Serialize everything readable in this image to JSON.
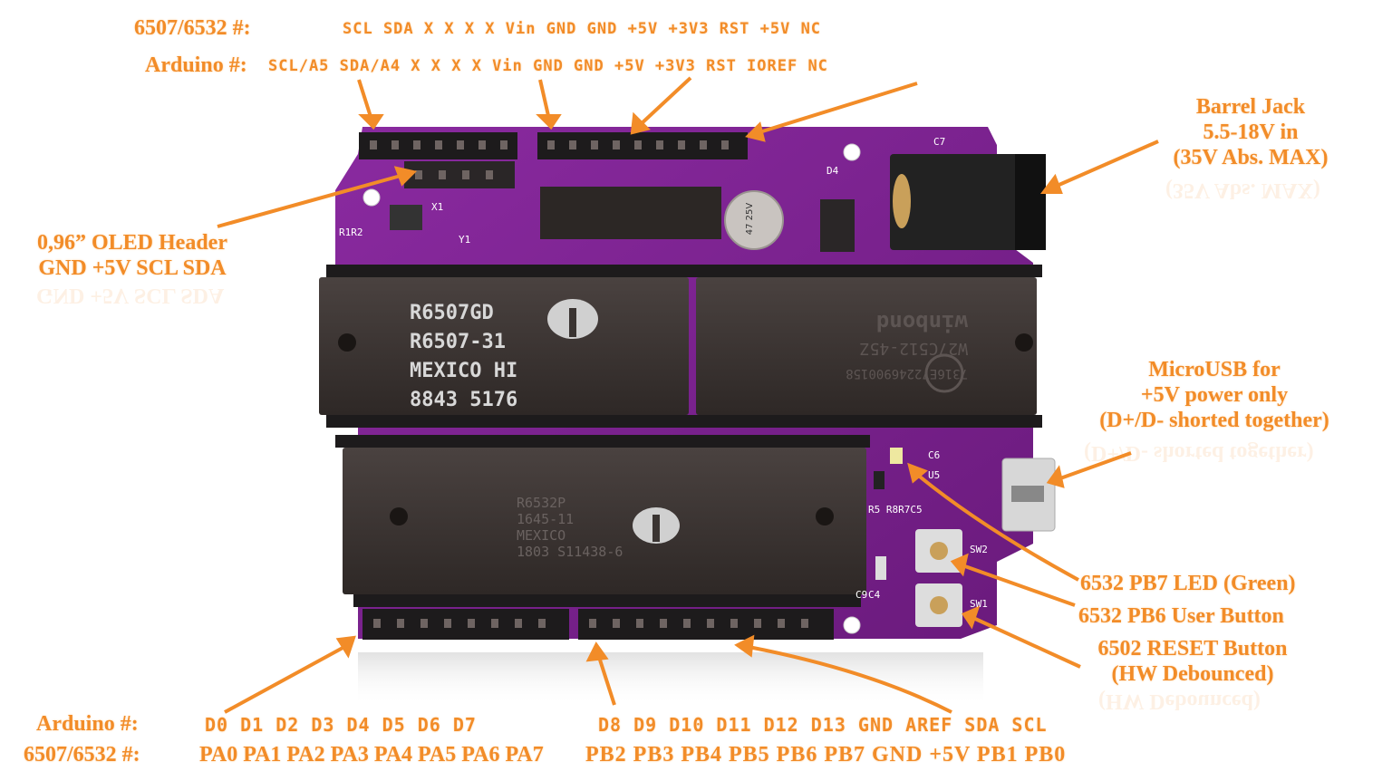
{
  "top_header": {
    "label_6507": "6507/6532 #:",
    "pins_6507": "SCL SDA X X X X Vin GND GND +5V +3V3 RST +5V NC",
    "label_arduino": "Arduino #:",
    "pins_arduino": "SCL/A5 SDA/A4 X X X X Vin GND GND +5V +3V3 RST IOREF NC"
  },
  "callouts": {
    "barrel_jack": [
      "Barrel Jack",
      "5.5-18V in",
      "(35V Abs. MAX)"
    ],
    "oled_header": [
      "0,96” OLED Header",
      "GND +5V SCL SDA"
    ],
    "microusb": [
      "MicroUSB for",
      "+5V power only",
      "(D+/D- shorted together)"
    ],
    "pb7_led": "6532 PB7 LED (Green)",
    "pb6_button": "6532 PB6 User Button",
    "reset_button": [
      "6502 RESET Button",
      "(HW Debounced)"
    ]
  },
  "bottom_header": {
    "label_arduino": "Arduino #:",
    "pins_arduino_left": "D0 D1 D2 D3 D4 D5 D6 D7",
    "pins_arduino_right": "D8 D9 D10 D11 D12 D13 GND AREF SDA SCL",
    "label_6507": "6507/6532 #:",
    "pins_6507_left": "PA0 PA1 PA2 PA3 PA4 PA5 PA6 PA7",
    "pins_6507_right": "PB2 PB3 PB4 PB5 PB6 PB7 GND +5V PB1 PB0"
  },
  "board": {
    "chip_cpu": [
      "R6507GD",
      "R6507-31",
      "MEXICO HI",
      "8843 5176"
    ],
    "chip_eeprom": [
      "W27C512-45Z",
      "7316E72246900158",
      "winbond"
    ],
    "chip_riot": [
      "R6532P",
      "1645-11",
      "MEXICO",
      "1803 S11438-6"
    ],
    "silkscreen": [
      "X1",
      "Y1",
      "R1R2",
      "D4",
      "C7",
      "R5 R8R7C5",
      "SW2",
      "SW1",
      "C4",
      "C9",
      "U5",
      "C6"
    ],
    "cap_label": "47 25V"
  },
  "colors": {
    "accent": "#f28c28",
    "pcb": "#7a1f8c",
    "chip": "#3a3432",
    "header": "#1d1b1c"
  }
}
